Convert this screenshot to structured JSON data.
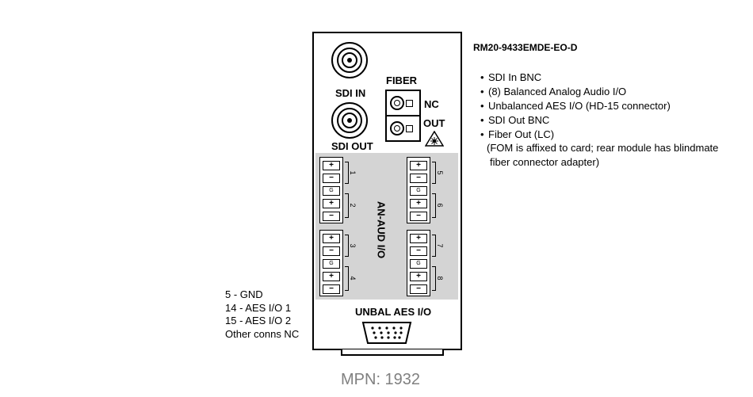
{
  "module": {
    "sdi_in_label": "SDI IN",
    "sdi_out_label": "SDI OUT",
    "fiber_label": "FIBER",
    "fiber_nc_label": "NC",
    "fiber_out_label": "OUT",
    "analog_audio_label": "AN-AUD I/O",
    "unbal_aes_label": "UNBAL AES I/O",
    "terminal_symbols": {
      "plus": "+",
      "minus": "−",
      "ground": "G"
    },
    "channels": [
      "1",
      "2",
      "3",
      "4",
      "5",
      "6",
      "7",
      "8"
    ]
  },
  "pinout": {
    "lines": [
      "5 - GND",
      "14 - AES I/O 1",
      "15 - AES I/O 2",
      "Other conns NC"
    ]
  },
  "description": {
    "model": "RM20-9433EMDE-EO-D",
    "features": [
      "SDI In BNC",
      "(8) Balanced Analog Audio I/O",
      "Unbalanced AES I/O (HD-15 connector)",
      "SDI Out BNC",
      "Fiber Out (LC)"
    ],
    "note_lines": [
      "(FOM is affixed to card; rear module has blindmate",
      " fiber connector adapter)"
    ]
  },
  "mpn": "MPN: 1932"
}
